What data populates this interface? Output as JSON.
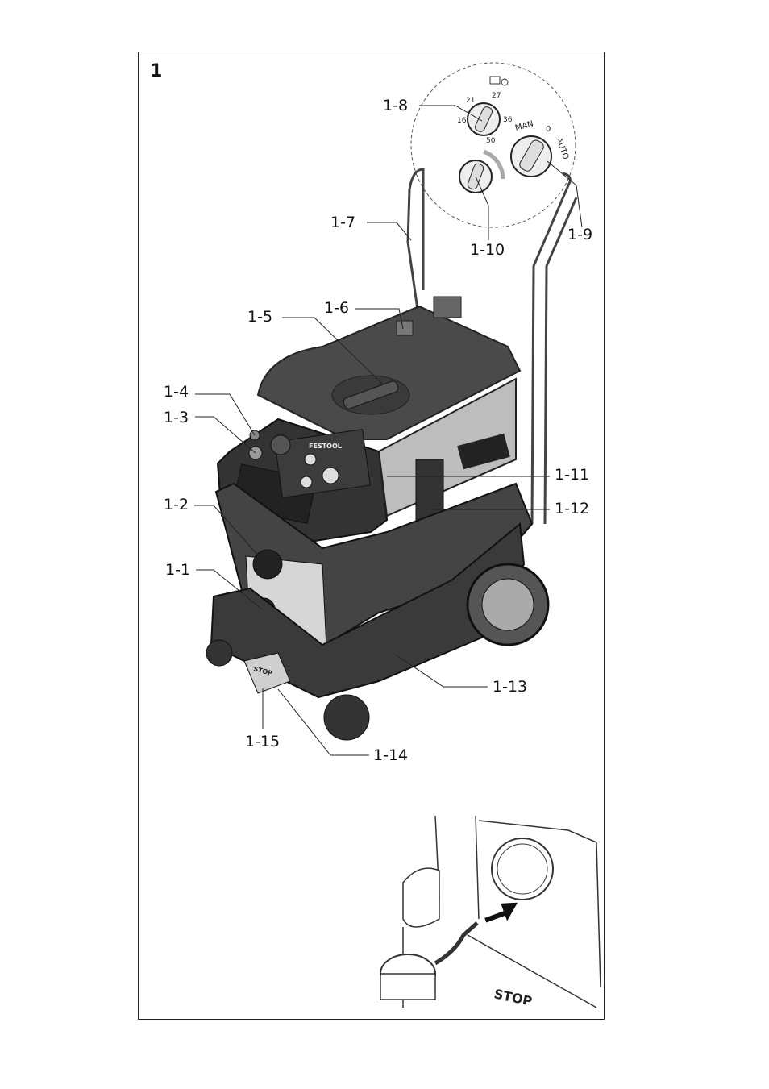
{
  "figure_number": "1",
  "callouts": {
    "c1_1": "1-1",
    "c1_2": "1-2",
    "c1_3": "1-3",
    "c1_4": "1-4",
    "c1_5": "1-5",
    "c1_6": "1-6",
    "c1_7": "1-7",
    "c1_8": "1-8",
    "c1_9": "1-9",
    "c1_10": "1-10",
    "c1_11": "1-11",
    "c1_12": "1-12",
    "c1_13": "1-13",
    "c1_14": "1-14",
    "c1_15": "1-15"
  },
  "control_panel_detail": {
    "selector_scale": [
      "16",
      "21",
      "27",
      "36",
      "50"
    ],
    "mode_labels": [
      "MAN",
      "0",
      "AUTO"
    ]
  },
  "brand_logo": "FESTOOL",
  "stop_label": "STOP",
  "inset_stop_label": "STOP"
}
